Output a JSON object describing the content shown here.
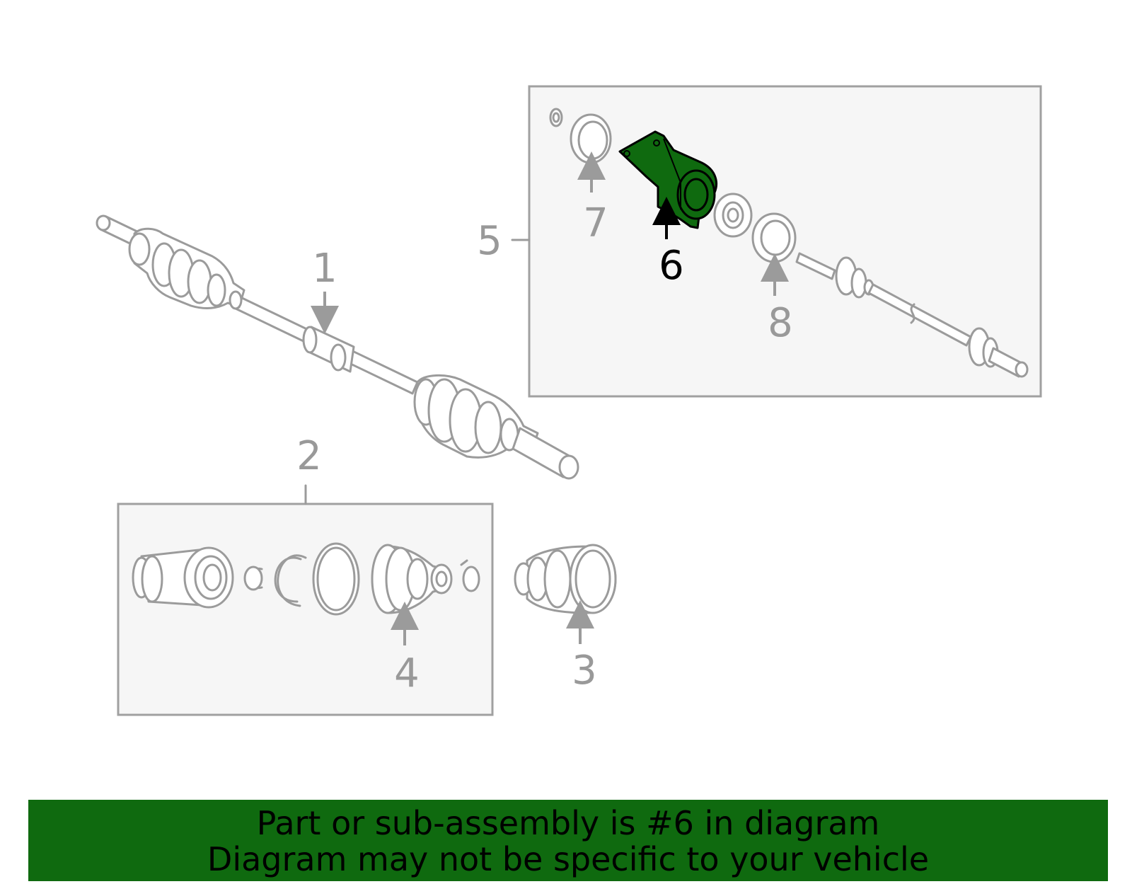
{
  "labels": {
    "c1": "1",
    "c2": "2",
    "c3": "3",
    "c4": "4",
    "c5": "5",
    "c6": "6",
    "c7": "7",
    "c8": "8"
  },
  "highlight": {
    "callout": "6",
    "color": "#0f6a0f"
  },
  "banner": {
    "line1": "Part or sub-assembly is #6 in diagram",
    "line2": "Diagram may not be specific to your vehicle",
    "background": "#0f6a0f"
  }
}
